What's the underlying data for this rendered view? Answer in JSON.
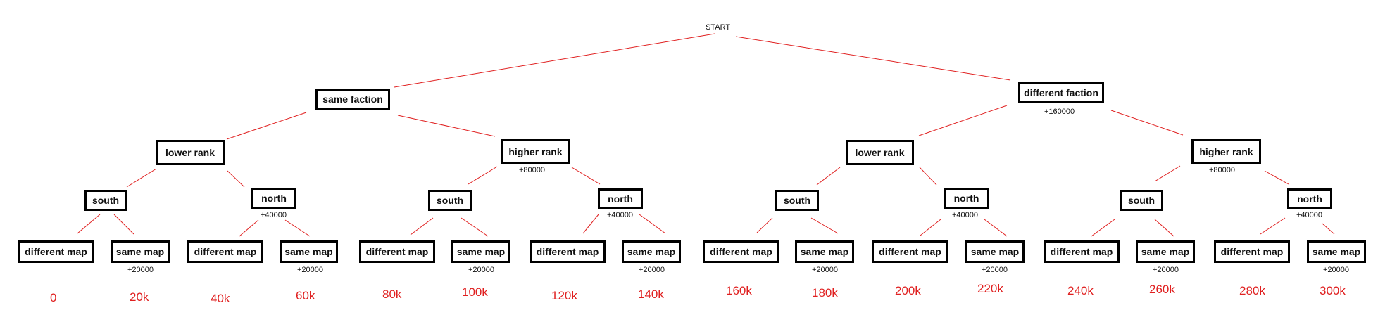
{
  "start_label": "START",
  "factions": [
    {
      "label": "same faction",
      "note": ""
    },
    {
      "label": "different faction",
      "note": "+160000"
    }
  ],
  "rank_nodes": [
    {
      "label": "lower rank",
      "note": ""
    },
    {
      "label": "higher rank",
      "note": "+80000"
    },
    {
      "label": "lower rank",
      "note": ""
    },
    {
      "label": "higher rank",
      "note": "+80000"
    }
  ],
  "direction_nodes": [
    {
      "label": "south",
      "note": ""
    },
    {
      "label": "north",
      "note": "+40000"
    },
    {
      "label": "south",
      "note": ""
    },
    {
      "label": "north",
      "note": "+40000"
    },
    {
      "label": "south",
      "note": ""
    },
    {
      "label": "north",
      "note": "+40000"
    },
    {
      "label": "south",
      "note": ""
    },
    {
      "label": "north",
      "note": "+40000"
    }
  ],
  "map_nodes": [
    {
      "label": "different map",
      "note": ""
    },
    {
      "label": "same map",
      "note": "+20000"
    },
    {
      "label": "different map",
      "note": ""
    },
    {
      "label": "same map",
      "note": "+20000"
    },
    {
      "label": "different map",
      "note": ""
    },
    {
      "label": "same map",
      "note": "+20000"
    },
    {
      "label": "different map",
      "note": ""
    },
    {
      "label": "same map",
      "note": "+20000"
    },
    {
      "label": "different map",
      "note": ""
    },
    {
      "label": "same map",
      "note": "+20000"
    },
    {
      "label": "different map",
      "note": ""
    },
    {
      "label": "same map",
      "note": "+20000"
    },
    {
      "label": "different map",
      "note": ""
    },
    {
      "label": "same map",
      "note": "+20000"
    },
    {
      "label": "different map",
      "note": ""
    },
    {
      "label": "same map",
      "note": "+20000"
    }
  ],
  "totals": [
    "0",
    "20k",
    "40k",
    "60k",
    "80k",
    "100k",
    "120k",
    "140k",
    "160k",
    "180k",
    "200k",
    "220k",
    "240k",
    "260k",
    "280k",
    "300k"
  ],
  "colors": {
    "edge": "#e02020",
    "total": "#e02020",
    "border": "#000000"
  }
}
